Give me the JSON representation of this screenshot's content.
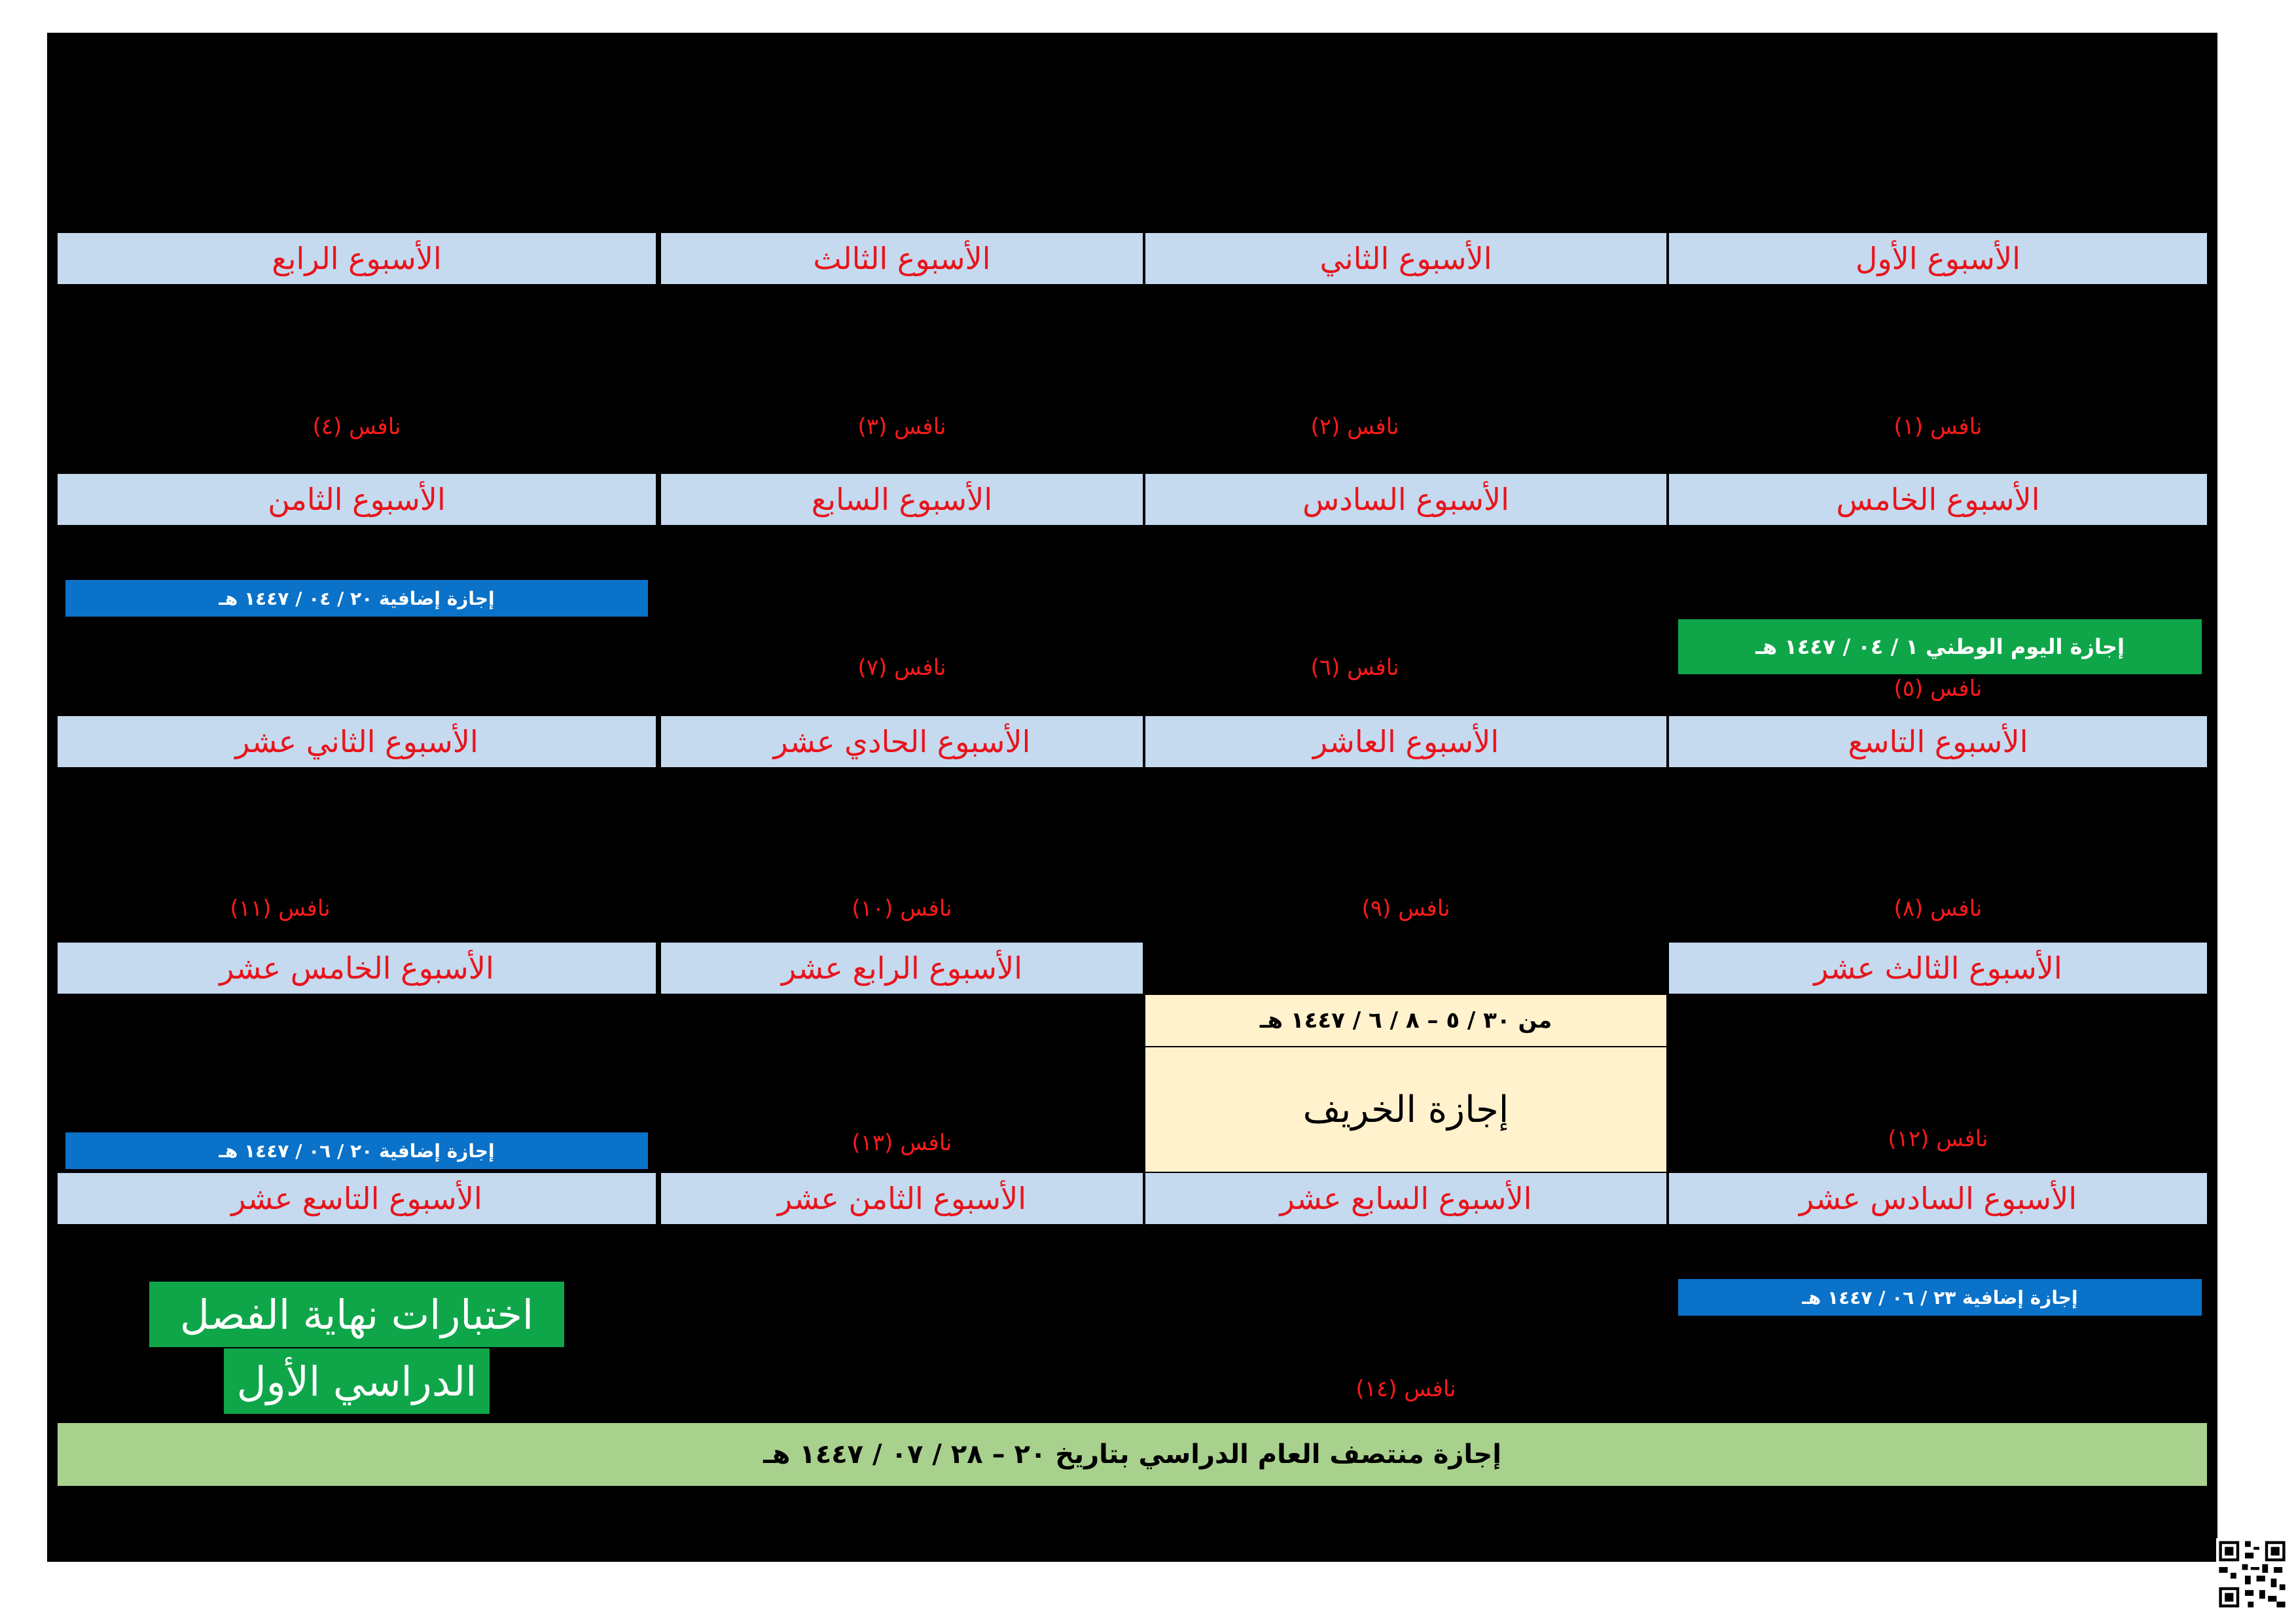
{
  "weeks": {
    "w1": "الأسبوع الأول",
    "w2": "الأسبوع الثاني",
    "w3": "الأسبوع الثالث",
    "w4": "الأسبوع الرابع",
    "w5": "الأسبوع الخامس",
    "w6": "الأسبوع السادس",
    "w7": "الأسبوع السابع",
    "w8": "الأسبوع الثامن",
    "w9": "الأسبوع التاسع",
    "w10": "الأسبوع العاشر",
    "w11": "الأسبوع الحادي عشر",
    "w12": "الأسبوع الثاني عشر",
    "w13": "الأسبوع الثالث عشر",
    "w14": "الأسبوع الرابع عشر",
    "w15": "الأسبوع الخامس عشر",
    "w16": "الأسبوع السادس عشر",
    "w17": "الأسبوع السابع عشر",
    "w18": "الأسبوع الثامن عشر",
    "w19": "الأسبوع التاسع  عشر"
  },
  "nafs": {
    "n1": "نافس (١)",
    "n2": "نافس (٢)",
    "n3": "نافس (٣)",
    "n4": "نافس (٤)",
    "n5": "نافس (٥)",
    "n6": "نافس (٦)",
    "n7": "نافس (٧)",
    "n8": "نافس (٨)",
    "n9": "نافس (٩)",
    "n10": "نافس (١٠)",
    "n11": "نافس  (١١)",
    "n12": "نافس (١٢)",
    "n13": "نافس (١٣)",
    "n14": "نافس (١٤)"
  },
  "holidays": {
    "extra_0420": "إجازة إضافية ٢٠ / ٠٤ / ١٤٤٧ هـ",
    "national_day": "إجازة اليوم الوطني  ١ / ٠٤ / ١٤٤٧ هـ",
    "extra_0620": "إجازة إضافية ٢٠ / ٠٦ / ١٤٤٧ هـ",
    "extra_0623": "إجازة إضافية  ٢٣ / ٠٦ / ١٤٤٧ هـ",
    "autumn_dates": "من ٣٠ / ٥  –  ٨ / ٦ / ١٤٤٧ هـ",
    "autumn_label": "إجازة الخريف",
    "midyear": "إجازة منتصف العام الدراسي  بتاريخ  ٢٠ – ٢٨ / ٠٧ / ١٤٤٧ هـ"
  },
  "exams": {
    "line1": "اختبارات نهاية الفصل",
    "line2": "الدراسي الأول"
  },
  "colors": {
    "background": "#000000",
    "week_cell": "#c5d9ef",
    "week_text": "#e8141b",
    "holiday_blue": "#0a72c8",
    "holiday_green": "#0fa64a",
    "autumn": "#fff2cc",
    "midyear": "#a9d18e"
  }
}
